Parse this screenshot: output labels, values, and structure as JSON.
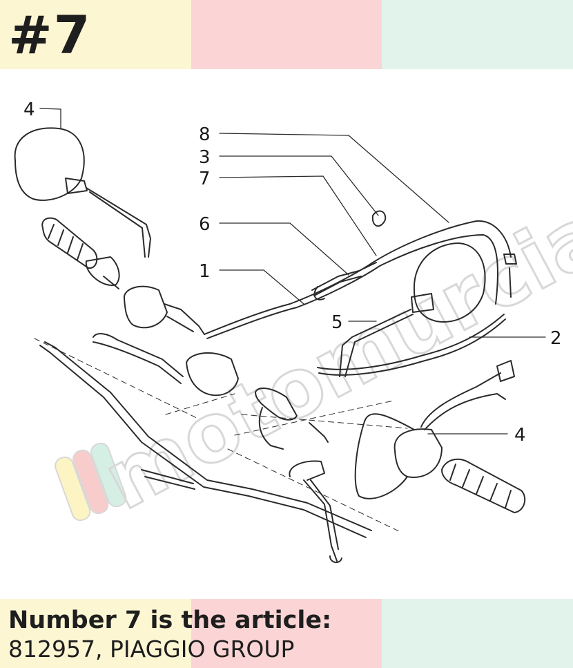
{
  "header": {
    "title": "#7"
  },
  "caption": {
    "line1": "Number 7 is the article:",
    "line2": "812957, PIAGGIO GROUP"
  },
  "watermark": {
    "text": "motomurcia"
  },
  "callouts": [
    "4",
    "8",
    "3",
    "7",
    "6",
    "1",
    "5",
    "2",
    "4"
  ],
  "colors": {
    "band_yellow": "#fdf6d3",
    "band_pink": "#fbd5d5",
    "band_mint": "#e2f3ec",
    "text_dark": "#1e1e1e",
    "line_art": "#2a2a2a"
  }
}
